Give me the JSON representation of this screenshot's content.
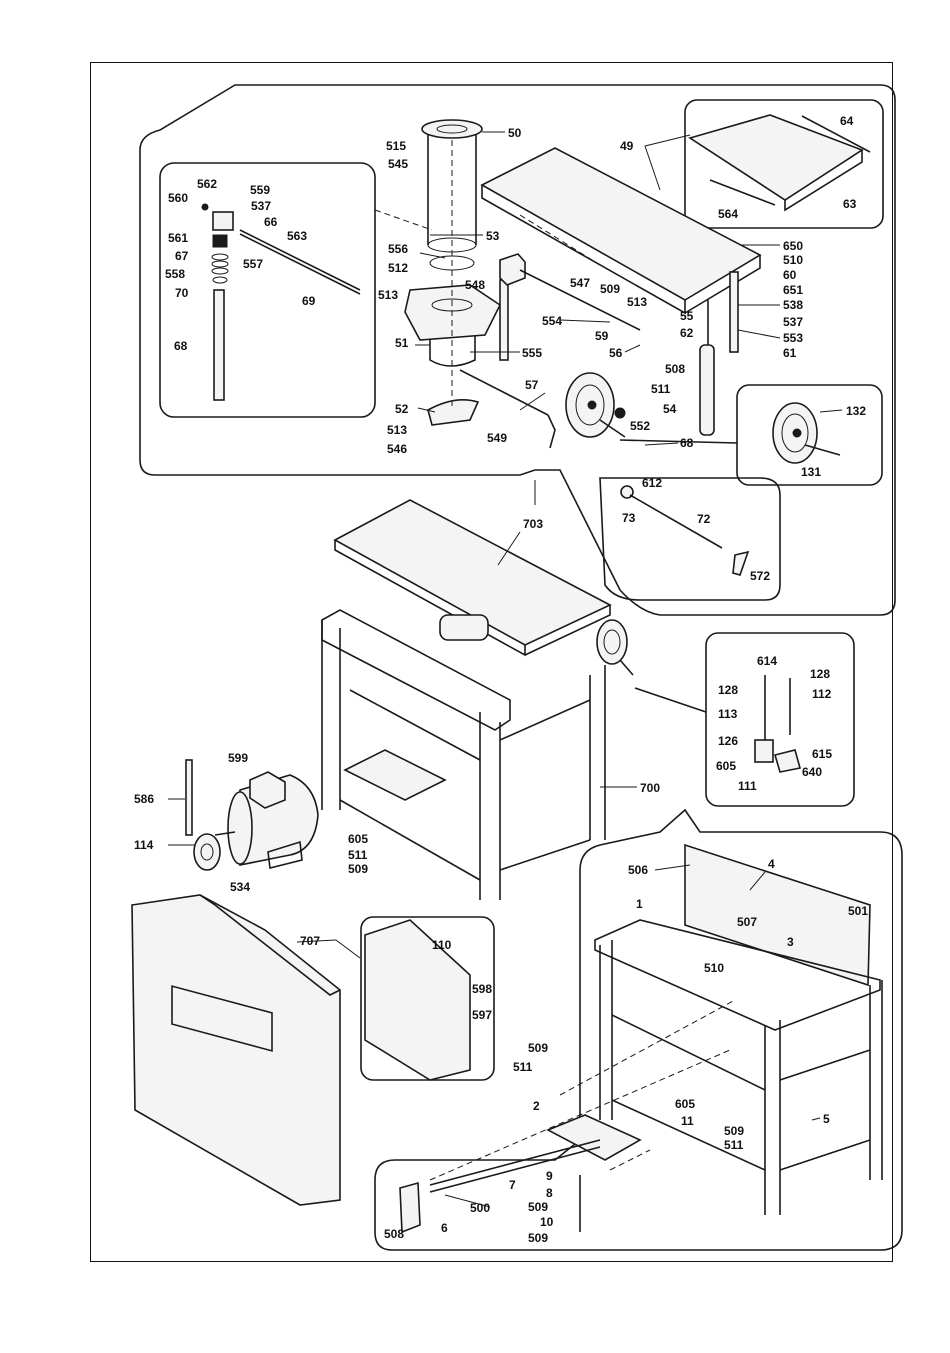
{
  "labels": {
    "l50": "50",
    "l515": "515",
    "l545": "545",
    "l53": "53",
    "l556": "556",
    "l512": "512",
    "l513a": "513",
    "l548": "548",
    "l51": "51",
    "l555": "555",
    "l52": "52",
    "l513b": "513",
    "l546": "546",
    "l549": "549",
    "l57": "57",
    "l562": "562",
    "l559": "559",
    "l560": "560",
    "l537a": "537",
    "l66": "66",
    "l561": "561",
    "l563": "563",
    "l67": "67",
    "l557": "557",
    "l558": "558",
    "l70": "70",
    "l69": "69",
    "l68a": "68",
    "l49": "49",
    "l64": "64",
    "l564": "564",
    "l63": "63",
    "l650": "650",
    "l510a": "510",
    "l60": "60",
    "l651": "651",
    "l538": "538",
    "l537b": "537",
    "l553": "553",
    "l61": "61",
    "l547": "547",
    "l509a": "509",
    "l513c": "513",
    "l554": "554",
    "l55": "55",
    "l59": "59",
    "l62": "62",
    "l56": "56",
    "l508a": "508",
    "l511a": "511",
    "l552": "552",
    "l54": "54",
    "l68b": "68",
    "l132": "132",
    "l131": "131",
    "l612": "612",
    "l73": "73",
    "l72": "72",
    "l572": "572",
    "l703": "703",
    "l614": "614",
    "l128a": "128",
    "l128b": "128",
    "l112": "112",
    "l113": "113",
    "l126": "126",
    "l615": "615",
    "l605a": "605",
    "l640": "640",
    "l111": "111",
    "l599": "599",
    "l586": "586",
    "l114": "114",
    "l605b": "605",
    "l511b": "511",
    "l509b": "509",
    "l534": "534",
    "l700": "700",
    "l506": "506",
    "l4": "4",
    "l501": "501",
    "l1": "1",
    "l507": "507",
    "l3": "3",
    "l510b": "510",
    "l707": "707",
    "l110": "110",
    "l598": "598",
    "l597": "597",
    "l509c": "509",
    "l511c": "511",
    "l2": "2",
    "l605c": "605",
    "l11": "11",
    "l509d": "509",
    "l511d": "511",
    "l5": "5",
    "l9": "9",
    "l8": "8",
    "l7": "7",
    "l500": "500",
    "l509e": "509",
    "l10": "10",
    "l509f": "509",
    "l508b": "508",
    "l6": "6"
  }
}
